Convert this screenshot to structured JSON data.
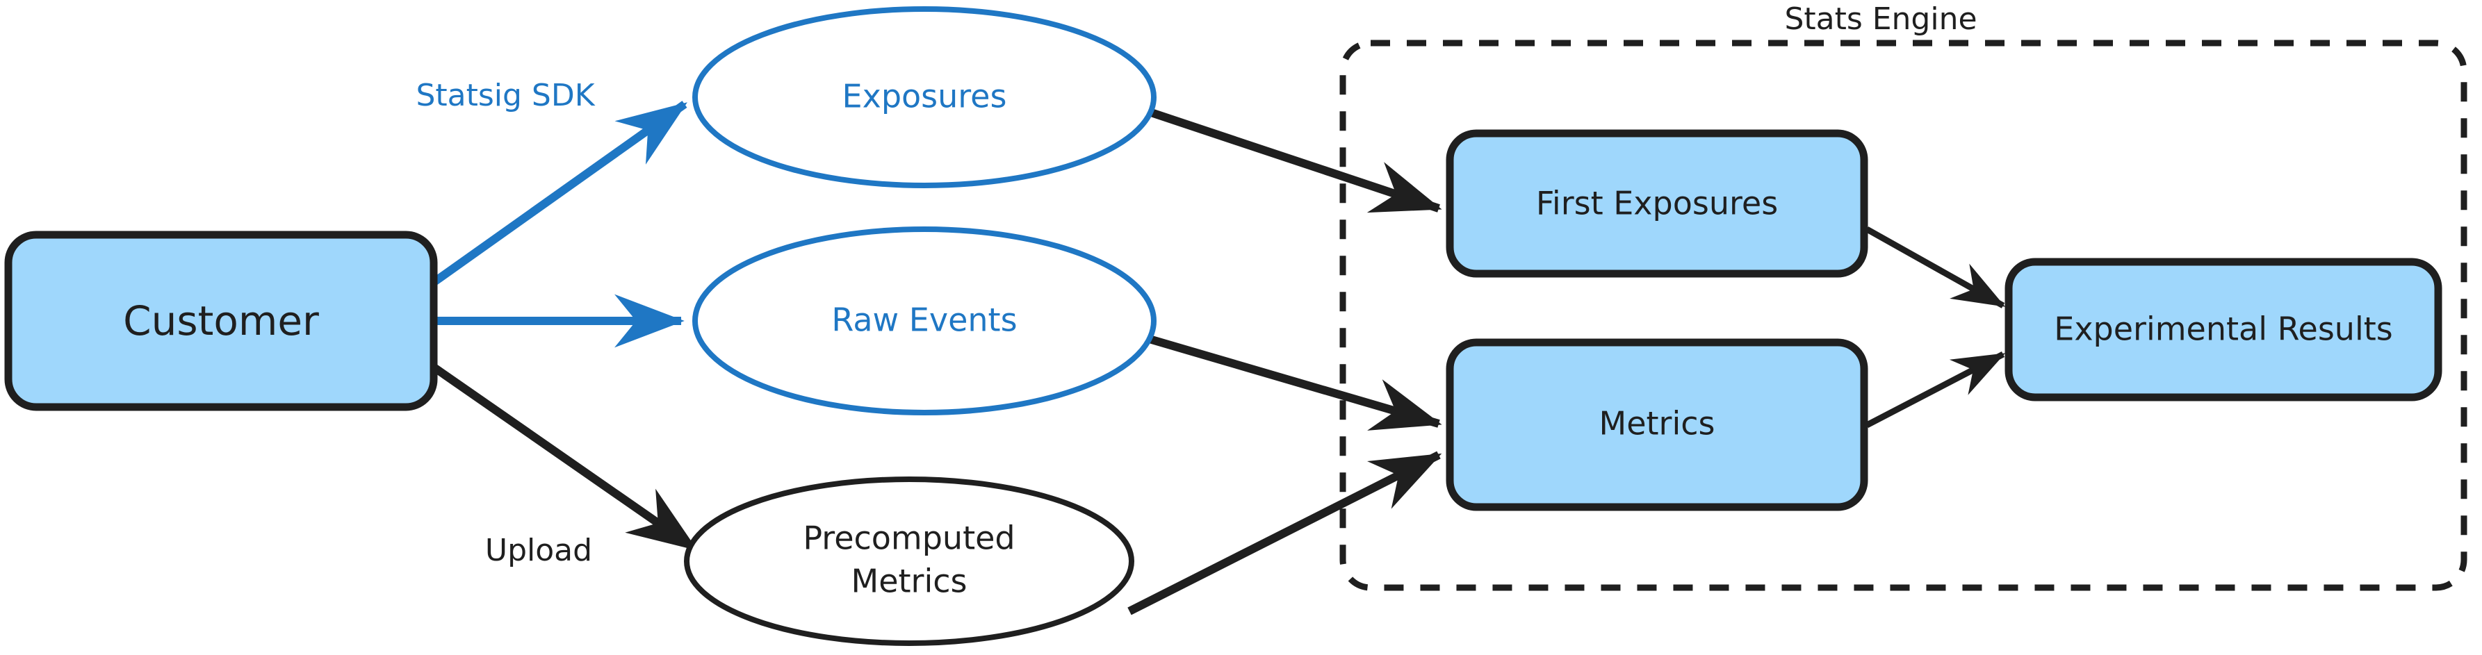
{
  "diagram": {
    "type": "flowchart",
    "title_visible": false,
    "colors": {
      "node_fill": "#9fd7fc",
      "node_stroke": "#1f1f1f",
      "accent_blue": "#1f77c4",
      "text_dark": "#1f1f1f",
      "background": "#ffffff"
    },
    "clusters": [
      {
        "id": "stats-engine",
        "label": "Stats Engine",
        "style": "dashed"
      }
    ],
    "nodes": [
      {
        "id": "customer",
        "label": "Customer",
        "shape": "rounded-rect",
        "style": "filled-blue"
      },
      {
        "id": "exposures",
        "label": "Exposures",
        "shape": "ellipse",
        "style": "blue-outline"
      },
      {
        "id": "raw-events",
        "label": "Raw Events",
        "shape": "ellipse",
        "style": "blue-outline"
      },
      {
        "id": "precomputed-metrics",
        "label_line1": "Precomputed",
        "label_line2": "Metrics",
        "shape": "ellipse",
        "style": "black-outline"
      },
      {
        "id": "first-exposures",
        "label": "First Exposures",
        "shape": "rounded-rect",
        "style": "filled-blue"
      },
      {
        "id": "metrics",
        "label": "Metrics",
        "shape": "rounded-rect",
        "style": "filled-blue"
      },
      {
        "id": "experimental-results",
        "label": "Experimental Results",
        "shape": "rounded-rect",
        "style": "filled-blue"
      }
    ],
    "edges": [
      {
        "from": "customer",
        "to": "exposures",
        "label": "Statsig SDK",
        "color": "blue"
      },
      {
        "from": "customer",
        "to": "raw-events",
        "label": "",
        "color": "blue"
      },
      {
        "from": "customer",
        "to": "precomputed-metrics",
        "label": "Upload",
        "color": "black"
      },
      {
        "from": "exposures",
        "to": "first-exposures",
        "label": "",
        "color": "black"
      },
      {
        "from": "raw-events",
        "to": "metrics",
        "label": "",
        "color": "black"
      },
      {
        "from": "precomputed-metrics",
        "to": "metrics",
        "label": "",
        "color": "black"
      },
      {
        "from": "first-exposures",
        "to": "experimental-results",
        "label": "",
        "color": "black"
      },
      {
        "from": "metrics",
        "to": "experimental-results",
        "label": "",
        "color": "black"
      }
    ],
    "edge_labels": {
      "statsig_sdk": "Statsig SDK",
      "upload": "Upload"
    }
  }
}
